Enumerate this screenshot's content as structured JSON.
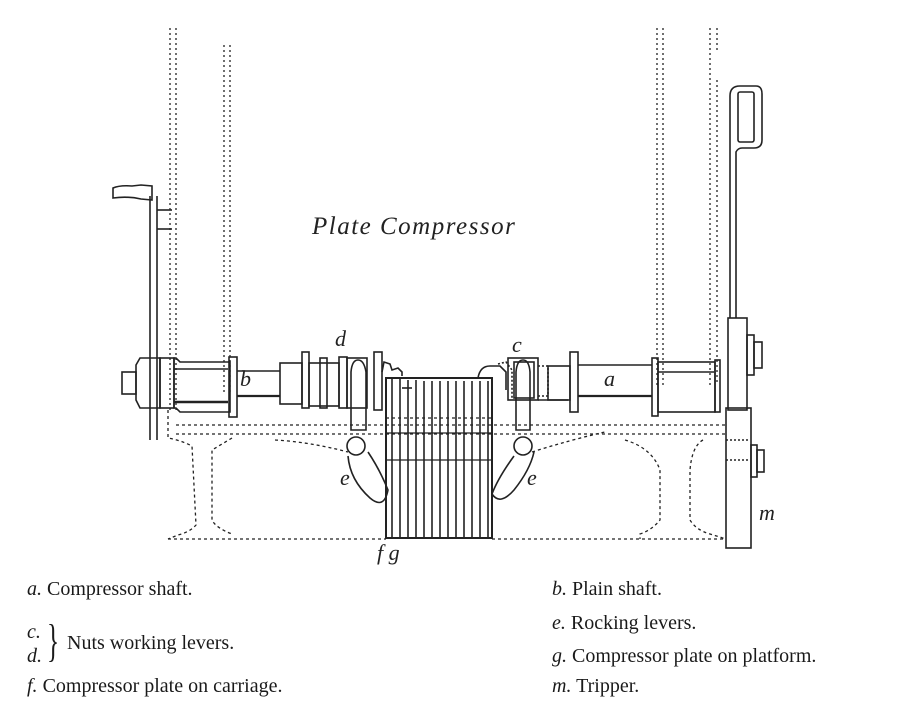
{
  "figure": {
    "title": "Plate Compressor",
    "part_labels": {
      "a": "a",
      "b": "b",
      "c": "c",
      "d": "d",
      "e_left": "e",
      "e_right": "e",
      "fg": "f g",
      "m": "m"
    }
  },
  "legend": {
    "items": [
      {
        "key": "a.",
        "text": "Compressor shaft."
      },
      {
        "key": "b.",
        "text": "Plain shaft."
      },
      {
        "key": "e.",
        "text": "Rocking levers."
      },
      {
        "key": "g.",
        "text": "Compressor plate on platform."
      },
      {
        "key": "f.",
        "text": "Compressor plate on carriage."
      },
      {
        "key": "m.",
        "text": "Tripper."
      }
    ],
    "brace_group": {
      "keys": [
        "c.",
        "d."
      ],
      "brace": "}",
      "text": "Nuts working levers."
    }
  }
}
